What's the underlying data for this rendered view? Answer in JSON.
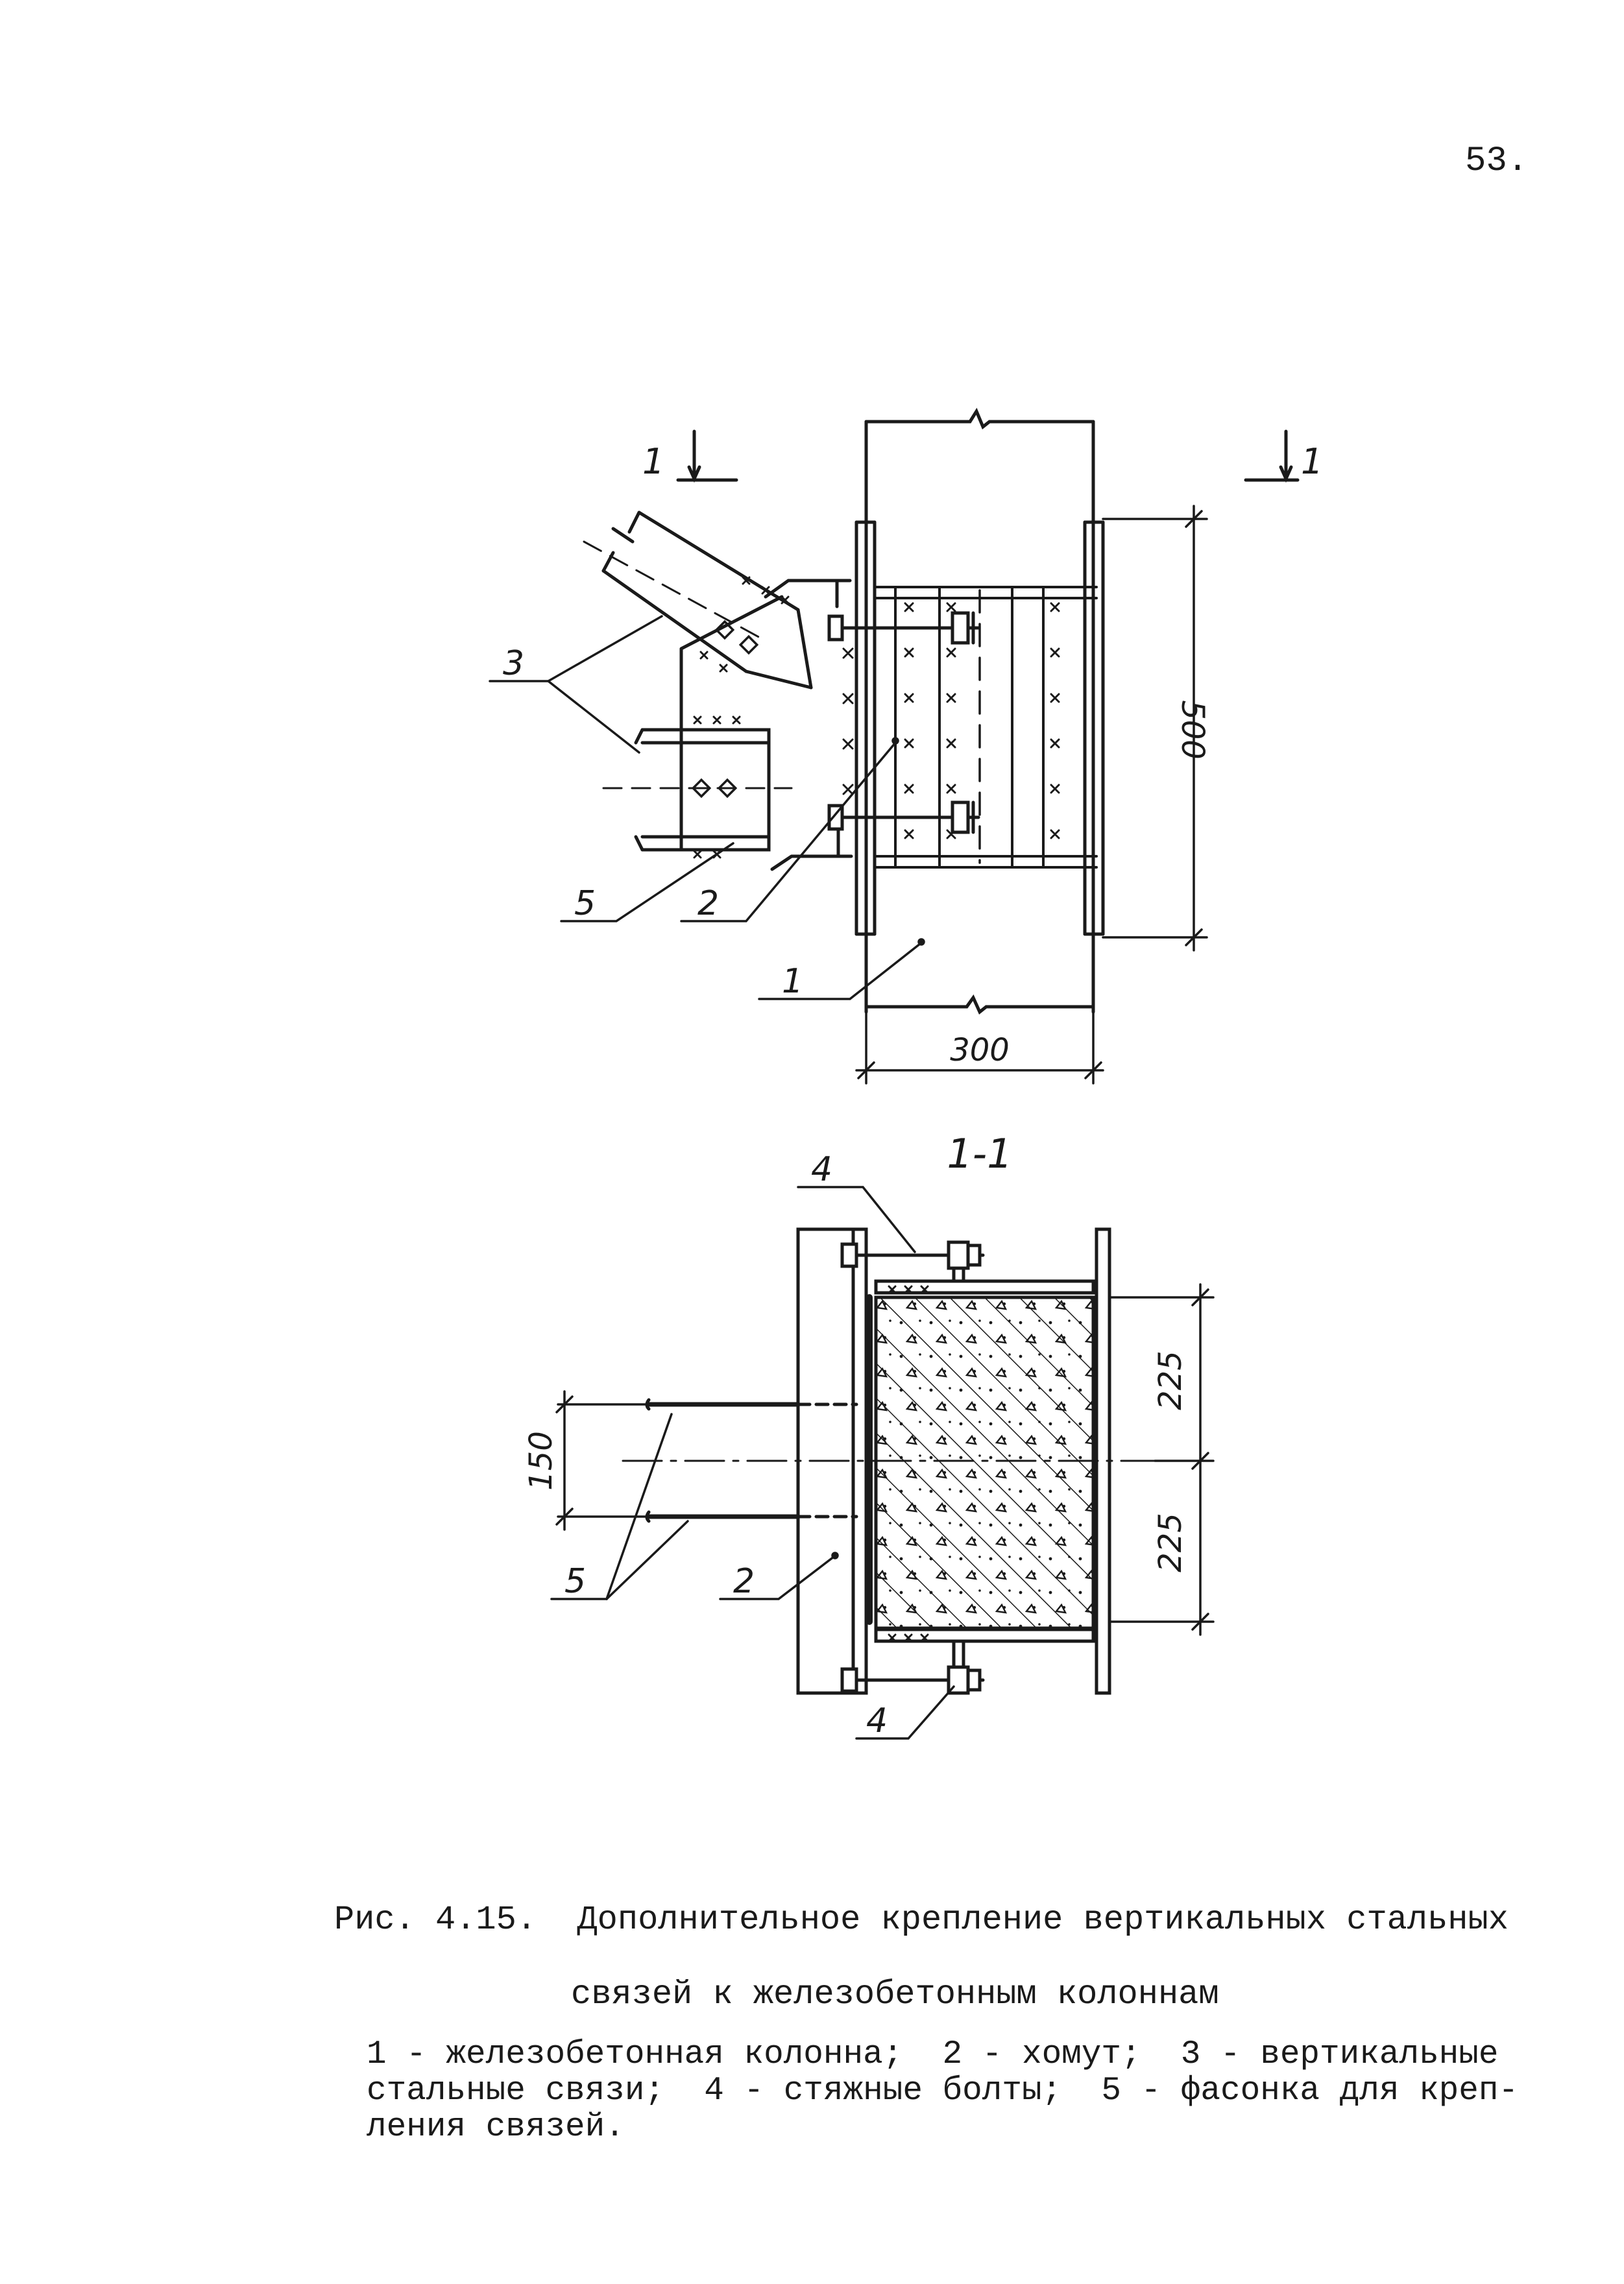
{
  "page_number": "53.",
  "figure": {
    "section_marks": {
      "left_number": "1",
      "right_number": "1"
    },
    "section_title": "1-1",
    "elevation_labels": {
      "bracing": "3",
      "gusset": "5",
      "clamp": "2",
      "column": "1"
    },
    "elevation_dimensions": {
      "height": "500",
      "width": "300"
    },
    "section_labels": {
      "bolts_top": "4",
      "bolts_bottom": "4",
      "gussets": "5",
      "clamp": "2"
    },
    "section_dimensions": {
      "upper": "225",
      "lower": "225",
      "gusset_spacing": "150"
    }
  },
  "caption": {
    "title_line1": "Рис. 4.15.  Дополнительное крепление вертикальных стальных",
    "title_line2": "связей к железобетонным колоннам",
    "legend": "1 - железобетонная колонна;  2 - хомут;  3 - вертикальные\nстальные связи;  4 - стяжные болты;  5 - фасонка для креп-\nления связей."
  }
}
